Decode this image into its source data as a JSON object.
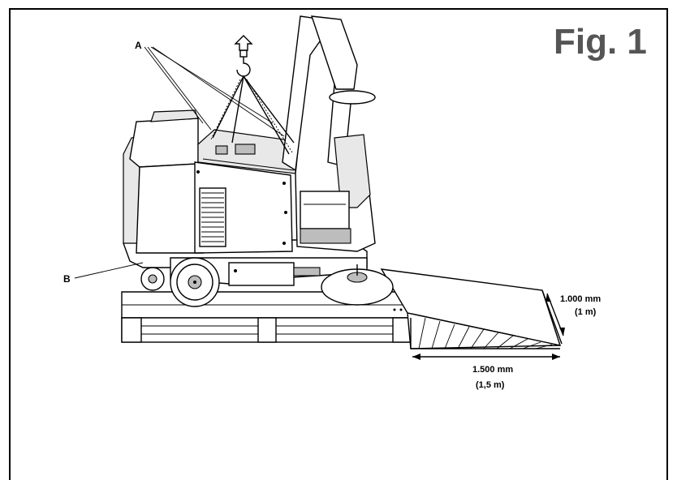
{
  "figure": {
    "title": "Fig. 1"
  },
  "callouts": {
    "a": "A",
    "b": "B"
  },
  "dimensions": {
    "height_mm": "1.000 mm",
    "height_m": "(1 m)",
    "length_mm": "1.500 mm",
    "length_m": "(1,5 m)"
  },
  "icons": {
    "lift_arrow": "lift-up-arrow-icon",
    "hook": "crane-hook-icon"
  }
}
